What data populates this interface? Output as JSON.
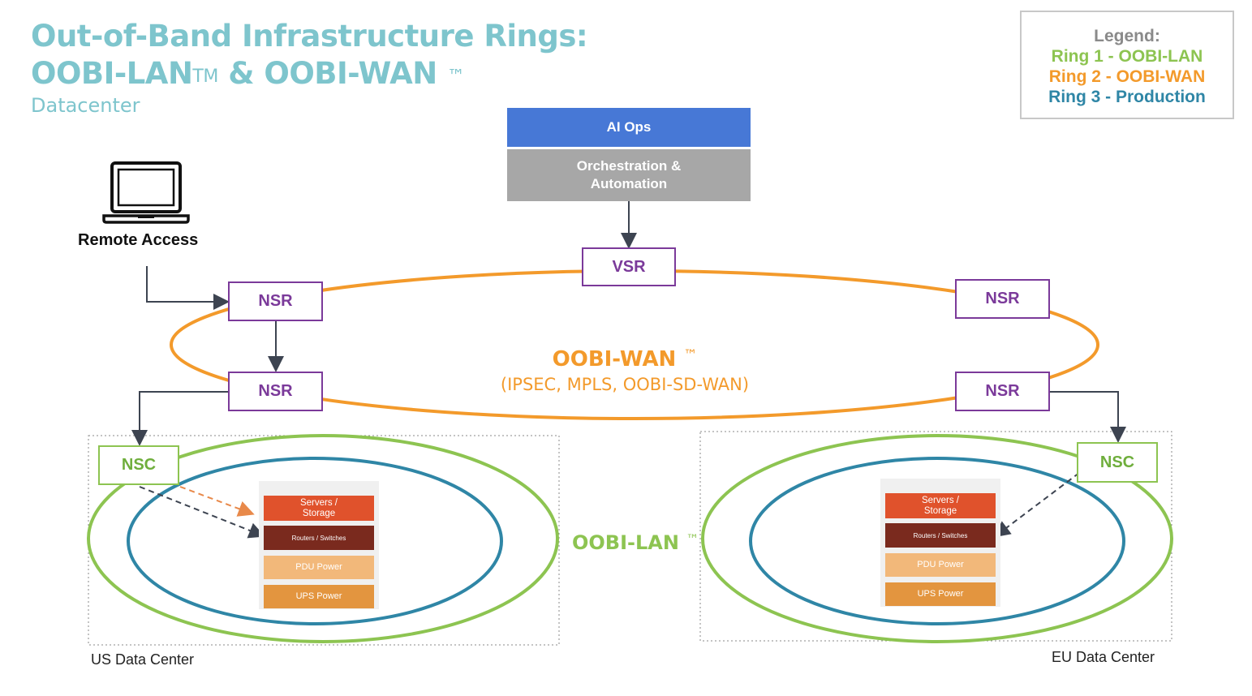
{
  "title": {
    "line1": "Out-of-Band Infrastructure Rings:",
    "line2_a": "OOBI-LAN",
    "line2_tm1": "TM",
    "line2_b": " & OOBI-WAN ",
    "line2_tm2": "™"
  },
  "subtitle": "Datacenter",
  "legend": {
    "heading": "Legend:",
    "items": [
      {
        "label": "Ring 1 - OOBI-LAN",
        "color": "#8dc451"
      },
      {
        "label": "Ring 2 - OOBI-WAN",
        "color": "#f39a2b"
      },
      {
        "label": "Ring 3 - Production",
        "color": "#2f86a6"
      }
    ]
  },
  "top_stack": {
    "ai_ops": "AI Ops",
    "orchestration": "Orchestration &\nAutomation"
  },
  "remote_access": {
    "label": "Remote Access",
    "icon": "laptop-icon"
  },
  "nodes": {
    "vsr": "VSR",
    "nsr_top_left": "NSR",
    "nsr_top_right": "NSR",
    "nsr_bottom_left": "NSR",
    "nsr_bottom_right": "NSR",
    "nsc_us": "NSC",
    "nsc_eu": "NSC"
  },
  "wan_ring": {
    "label": "OOBI-WAN",
    "tm": "™",
    "protocols": "(IPSEC, MPLS, OOBI-SD-WAN)"
  },
  "lan_ring": {
    "label": "OOBI-LAN",
    "tm": "™"
  },
  "racks": {
    "servers": "Servers /\nStorage",
    "routers": "Routers / Switches",
    "pdu": "PDU Power",
    "ups": "UPS Power"
  },
  "datacenters": {
    "us": "US Data Center",
    "eu": "EU Data Center"
  },
  "colors": {
    "wan": "#f39a2b",
    "lan": "#8dc451",
    "production": "#2f86a6",
    "node_border": "#7b3a9a",
    "ai_ops": "#4778d6",
    "orchestration": "#a7a7a7",
    "servers": "#e0522c",
    "routers": "#7a2a1e",
    "pdu": "#f2b87a",
    "ups": "#e3953f"
  }
}
